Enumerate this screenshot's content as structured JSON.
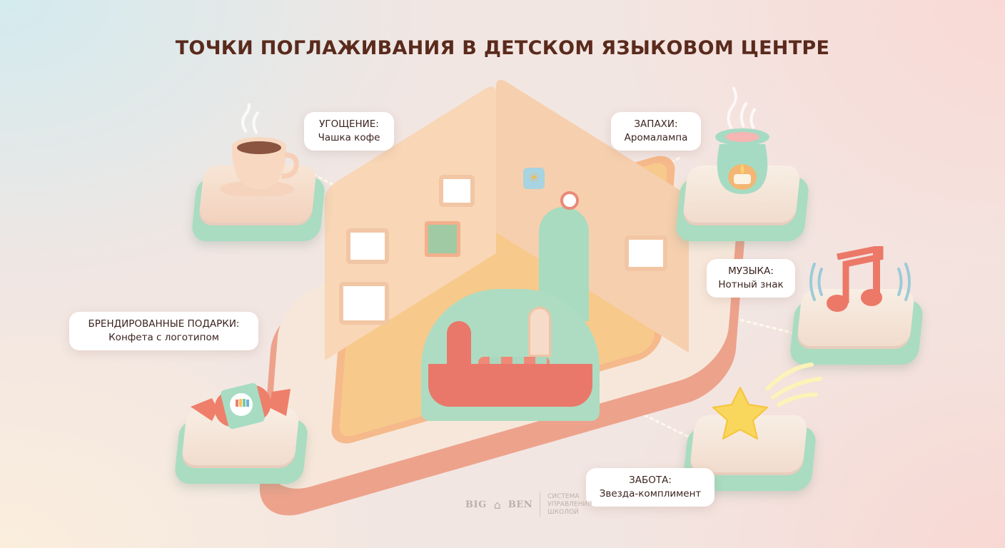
{
  "title": "ТОЧКИ ПОГЛАЖИВАНИЯ В ДЕТСКОМ ЯЗЫКОВОМ ЦЕНТРЕ",
  "callouts": {
    "treat": {
      "head": "УГОЩЕНИЕ:",
      "sub": "Чашка кофе",
      "icon": "coffee-cup-icon"
    },
    "scents": {
      "head": "ЗАПАХИ:",
      "sub": "Аромалампа",
      "icon": "aroma-lamp-icon"
    },
    "music": {
      "head": "МУЗЫКА:",
      "sub": "Нотный знак",
      "icon": "music-note-icon"
    },
    "gifts": {
      "head": "БРЕНДИРОВАННЫЕ ПОДАРКИ:",
      "sub": "Конфета с логотипом",
      "icon": "candy-icon"
    },
    "care": {
      "head": "ЗАБОТА:",
      "sub": "Звезда-комплимент",
      "icon": "star-icon"
    }
  },
  "center_illustration": "isometric-language-center-rooms",
  "footer_logo": {
    "brand_left": "BIG",
    "brand_right": "BEN",
    "tagline_lines": [
      "СИСТЕМА",
      "УПРАВЛЕНИЯ",
      "ШКОЛОЙ"
    ]
  },
  "colors": {
    "title": "#5a2a1c",
    "mint": "#a9dcc0",
    "coral": "#e9786a",
    "peach": "#f8d6b6",
    "cream": "#f7e7da",
    "star": "#f9d65c",
    "sound_waves": "#9ccbd8"
  }
}
